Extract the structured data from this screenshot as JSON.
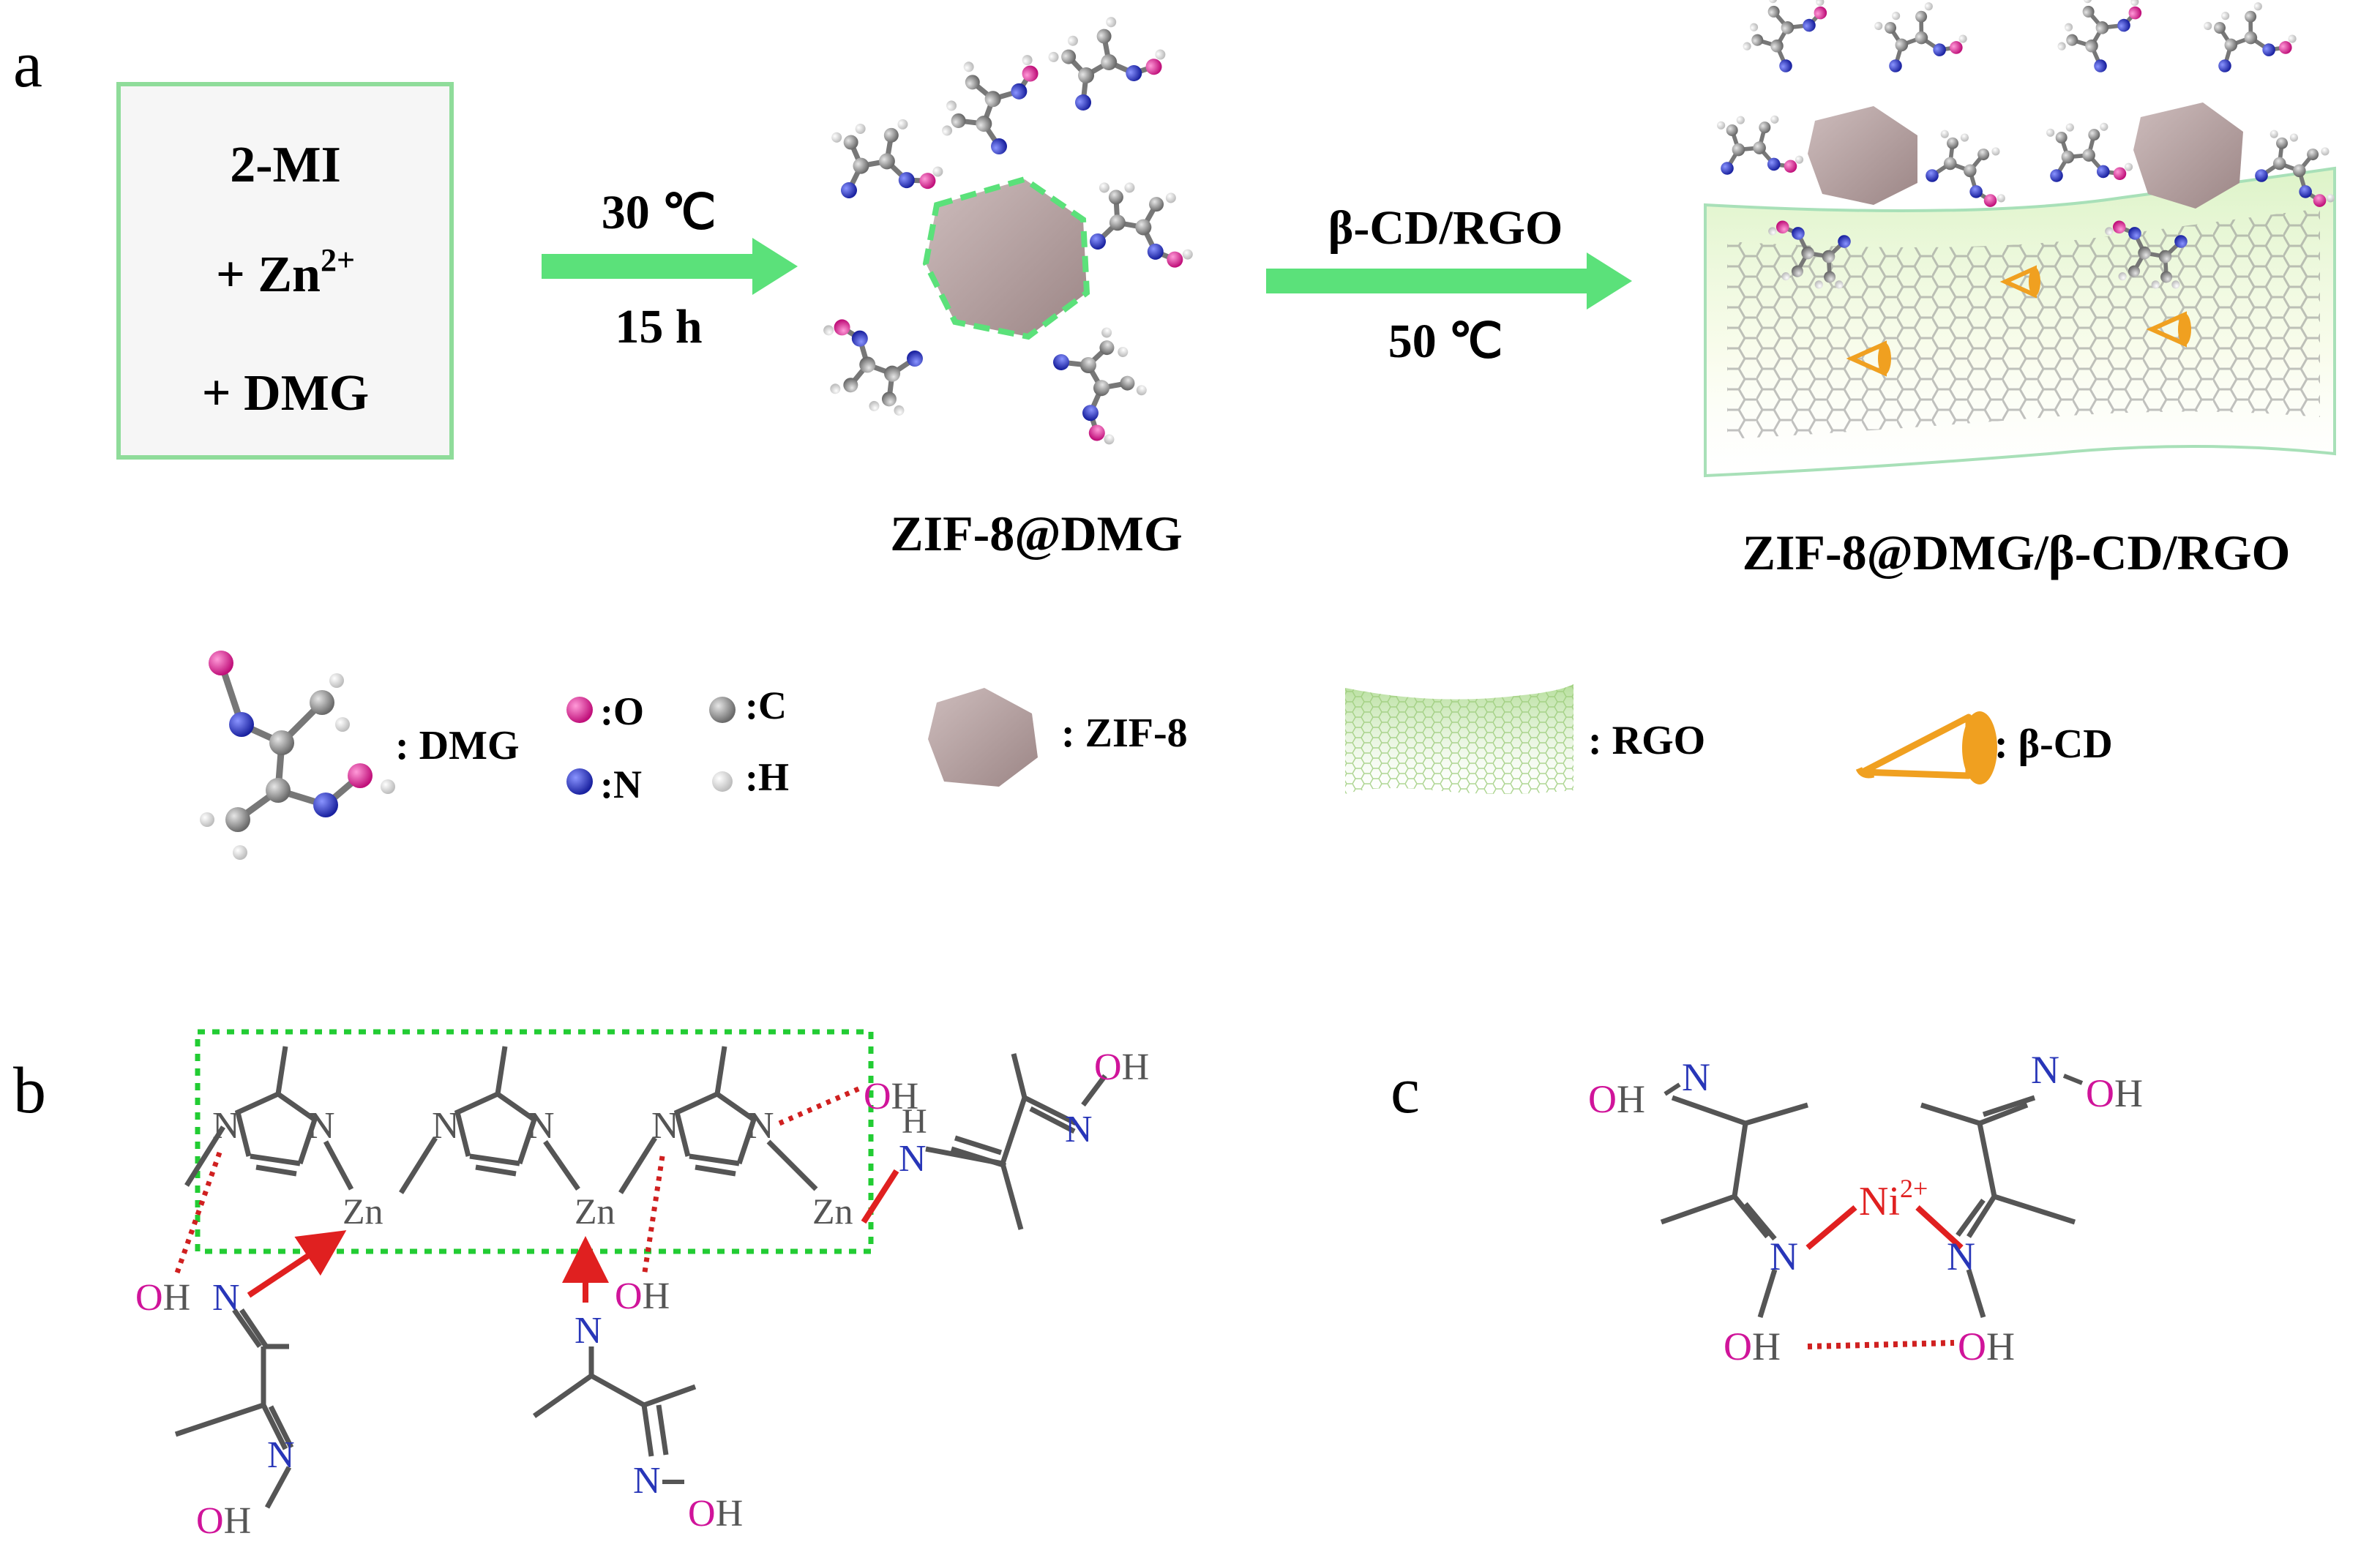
{
  "panels": {
    "a": "a",
    "b": "b",
    "c": "c"
  },
  "reactants": {
    "line1": "2-MI",
    "line2_prefix": "+ Zn",
    "line2_sup": "2+",
    "line3": "+ DMG"
  },
  "step1": {
    "temp": "30 ℃",
    "time": "15 h"
  },
  "product1": "ZIF-8@DMG",
  "step2": {
    "reagent": "β-CD/RGO",
    "temp": "50 ℃"
  },
  "product2": "ZIF-8@DMG/β-CD/RGO",
  "legend": {
    "dmg": ": DMG",
    "o": ":O",
    "c": ":C",
    "n": ":N",
    "h": ":H",
    "zif8": ": ZIF-8",
    "rgo": ": RGO",
    "bcd": ": β-CD"
  },
  "colors": {
    "oxygen": "#e0249a",
    "nitrogen": "#2b36c8",
    "carbon": "#9a9a9a",
    "hydrogen": "#eeeeee",
    "zif8": "#b9a4a4",
    "rgo": "#b8dc9a",
    "bcd": "#f0a020",
    "arrow": "#5be17a",
    "box": "#8fdc9a",
    "bond_red": "#e02020",
    "hbond": "#d02020",
    "atom_O_text": "#d0149a",
    "atom_N_text": "#2836b8",
    "bond_gray": "#555555"
  },
  "panel_b": {
    "atoms": {
      "N": "N",
      "Zn": "Zn",
      "OH": "OH",
      "O": "O",
      "H": "H"
    }
  },
  "panel_c": {
    "ni": "Ni",
    "ni_sup": "2+",
    "N": "N",
    "OH": "OH",
    "O": "O",
    "H": "H"
  }
}
